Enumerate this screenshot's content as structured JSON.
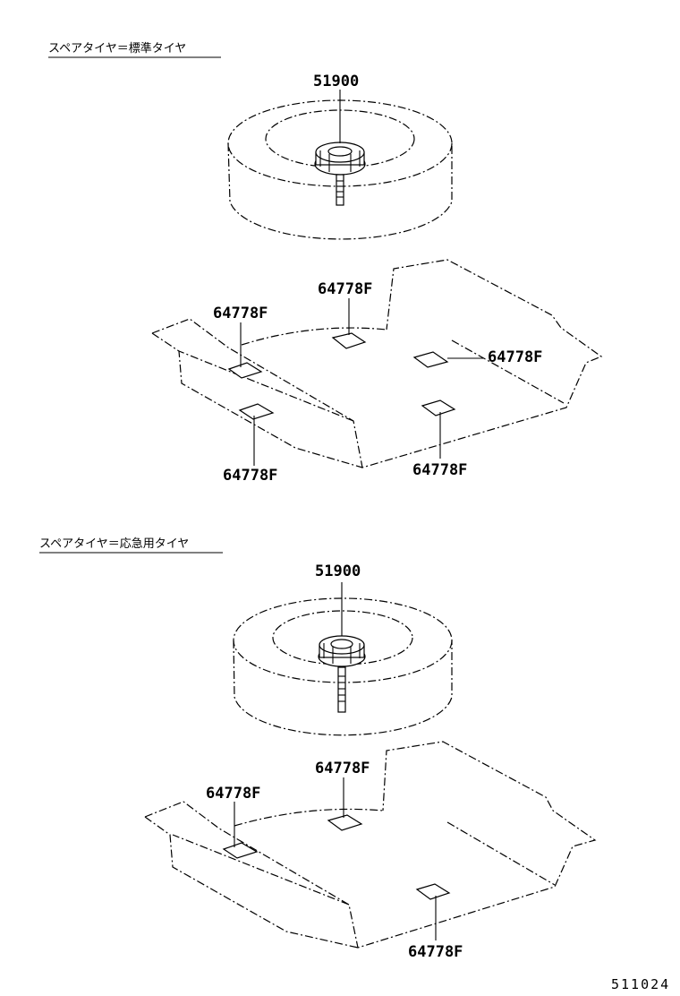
{
  "sections": [
    {
      "heading": "スペアタイヤ＝標準タイヤ",
      "tire_part": "51900",
      "pad_labels": [
        "64778F",
        "64778F",
        "64778F",
        "64778F",
        "64778F"
      ]
    },
    {
      "heading": "スペアタイヤ＝応急用タイヤ",
      "tire_part": "51900",
      "pad_labels": [
        "64778F",
        "64778F",
        "64778F"
      ]
    }
  ],
  "drawing_code": "511024",
  "icons": {
    "tire": "spare-tire-icon",
    "clamp": "hold-down-knob-icon",
    "pad": "floor-pad-icon"
  }
}
